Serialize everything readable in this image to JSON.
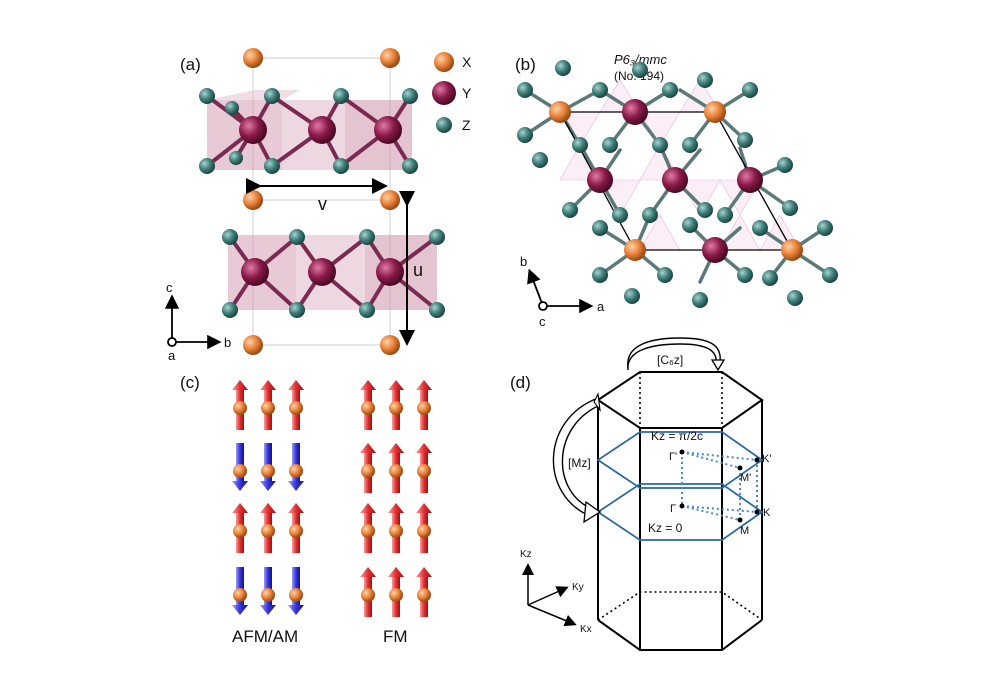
{
  "panels": {
    "a": "(a)",
    "b": "(b)",
    "c": "(c)",
    "d": "(d)"
  },
  "legend": [
    {
      "label": "X",
      "color": "#e8823a"
    },
    {
      "label": "Y",
      "color": "#8b1a4a"
    },
    {
      "label": "Z",
      "color": "#3f7f7a"
    }
  ],
  "panel_a": {
    "v_label": "v",
    "u_label": "u",
    "axis_c": "c",
    "axis_a": "a",
    "axis_b": "b"
  },
  "panel_b": {
    "space_group": "P6₃/mmc",
    "number": "(No. 194)",
    "axis_b": "b",
    "axis_c": "c",
    "axis_a": "a"
  },
  "panel_c": {
    "label_afm": "AFM/AM",
    "label_fm": "FM",
    "colors": {
      "up": "#e03030",
      "down": "#2a2ad0",
      "atom": "#e8823a"
    }
  },
  "panel_d": {
    "c6z": "[C₆z]",
    "mz": "[Mz]",
    "kz_top": "Kz = π/2c",
    "kz_bottom": "Kz = 0",
    "gamma_top": "Γ'",
    "gamma_bottom": "Γ",
    "k_top": "K'",
    "m_top": "M'",
    "k_bottom": "K",
    "m_bottom": "M",
    "axis_kz": "Kz",
    "axis_ky": "Ky",
    "axis_kx": "Kx",
    "plane_color": "#2a6aa8"
  }
}
